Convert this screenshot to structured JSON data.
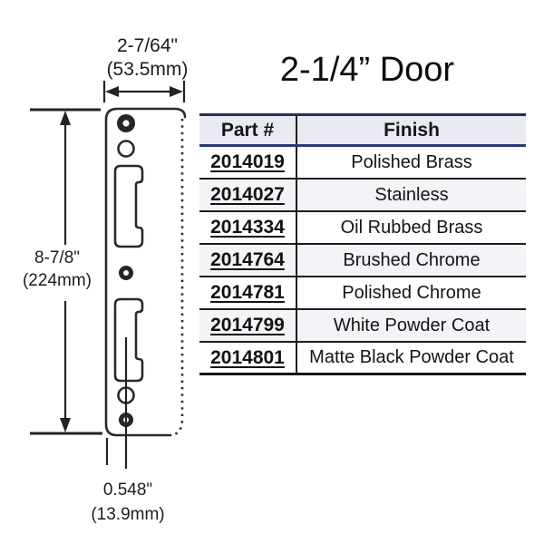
{
  "title": "2-1/4” Door",
  "drawing": {
    "description": "strike-plate line drawing with dimensions",
    "dim_width": {
      "line1": "2-7/64\"",
      "line2": "(53.5mm)"
    },
    "dim_height": {
      "line1": "8-7/8\"",
      "line2": "(224mm)"
    },
    "dim_offset": {
      "line1": "0.548\"",
      "line2": "(13.9mm)"
    }
  },
  "table": {
    "headers": {
      "part": "Part #",
      "finish": "Finish"
    },
    "rows": [
      {
        "part": "2014019",
        "finish": "Polished Brass"
      },
      {
        "part": "2014027",
        "finish": "Stainless"
      },
      {
        "part": "2014334",
        "finish": "Oil Rubbed Brass"
      },
      {
        "part": "2014764",
        "finish": "Brushed Chrome"
      },
      {
        "part": "2014781",
        "finish": "Polished Chrome"
      },
      {
        "part": "2014799",
        "finish": "White Powder Coat"
      },
      {
        "part": "2014801",
        "finish": "Matte Black Powder Coat"
      }
    ]
  },
  "colors": {
    "table_top_border": "#26305c",
    "header_bottom_border": "#2b3a75",
    "header_background": "#e9e9f1",
    "row_alt_background": "#f3f3f8",
    "row_border": "#1d1d1d",
    "line_color": "#2a2a2a",
    "background": "#ffffff"
  }
}
